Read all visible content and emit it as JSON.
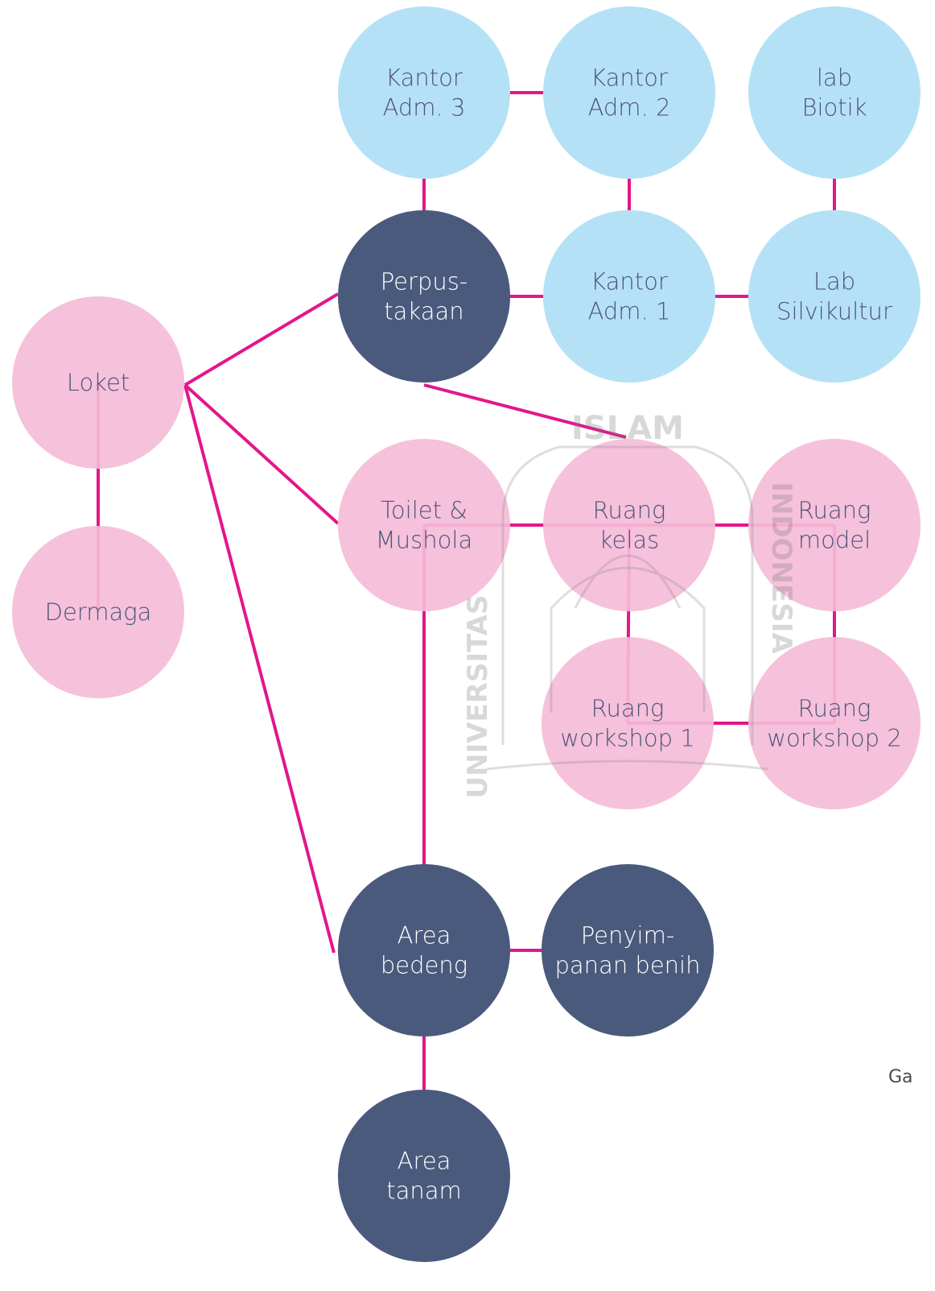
{
  "colors": {
    "edge": "#E3168C",
    "pink_node": "#F5BCD8",
    "blue_node": "#B5E1F7",
    "dark_node": "#4A5A7C",
    "text_light_bg": "#4D5578",
    "text_dark_bg": "#FFFFFF"
  },
  "watermark": {
    "top_text": "ISLAM",
    "left_text": "UNIVERSITAS",
    "right_text": "INDONESIA"
  },
  "caption": "Ga",
  "nodes": [
    {
      "id": "kantor-adm-3",
      "lines": [
        "Kantor",
        "Adm. 3"
      ],
      "style": "blue"
    },
    {
      "id": "kantor-adm-2",
      "lines": [
        "Kantor",
        "Adm. 2"
      ],
      "style": "blue"
    },
    {
      "id": "lab-biotik",
      "lines": [
        "lab",
        "Biotik"
      ],
      "style": "blue"
    },
    {
      "id": "perpustakaan",
      "lines": [
        "Perpus-",
        "takaan"
      ],
      "style": "dark"
    },
    {
      "id": "kantor-adm-1",
      "lines": [
        "Kantor",
        "Adm. 1"
      ],
      "style": "blue"
    },
    {
      "id": "lab-silvikultur",
      "lines": [
        "Lab",
        "Silvikultur"
      ],
      "style": "blue"
    },
    {
      "id": "loket",
      "lines": [
        "Loket"
      ],
      "style": "pink"
    },
    {
      "id": "dermaga",
      "lines": [
        "Dermaga"
      ],
      "style": "pink"
    },
    {
      "id": "toilet-mushola",
      "lines": [
        "Toilet &",
        "Mushola"
      ],
      "style": "pink"
    },
    {
      "id": "ruang-kelas",
      "lines": [
        "Ruang",
        "kelas"
      ],
      "style": "pink"
    },
    {
      "id": "ruang-model",
      "lines": [
        "Ruang",
        "model"
      ],
      "style": "pink"
    },
    {
      "id": "ruang-workshop-1",
      "lines": [
        "Ruang",
        "workshop 1"
      ],
      "style": "pink"
    },
    {
      "id": "ruang-workshop-2",
      "lines": [
        "Ruang",
        "workshop 2"
      ],
      "style": "pink"
    },
    {
      "id": "area-bedeng",
      "lines": [
        "Area",
        "bedeng"
      ],
      "style": "dark"
    },
    {
      "id": "penyimpanan-benih",
      "lines": [
        "Penyim-",
        "panan benih"
      ],
      "style": "dark"
    },
    {
      "id": "area-tanam",
      "lines": [
        "Area",
        "tanam"
      ],
      "style": "dark"
    }
  ],
  "edges": [
    [
      "kantor-adm-3",
      "kantor-adm-2"
    ],
    [
      "kantor-adm-3",
      "perpustakaan"
    ],
    [
      "kantor-adm-2",
      "kantor-adm-1"
    ],
    [
      "lab-biotik",
      "lab-silvikultur"
    ],
    [
      "perpustakaan",
      "kantor-adm-1"
    ],
    [
      "kantor-adm-1",
      "lab-silvikultur"
    ],
    [
      "loket",
      "perpustakaan"
    ],
    [
      "loket",
      "toilet-mushola"
    ],
    [
      "loket",
      "area-bedeng"
    ],
    [
      "loket",
      "dermaga"
    ],
    [
      "perpustakaan",
      "ruang-kelas"
    ],
    [
      "toilet-mushola",
      "ruang-kelas"
    ],
    [
      "ruang-kelas",
      "ruang-model"
    ],
    [
      "ruang-kelas",
      "ruang-workshop-1"
    ],
    [
      "ruang-model",
      "ruang-workshop-2"
    ],
    [
      "ruang-workshop-1",
      "ruang-workshop-2"
    ],
    [
      "toilet-mushola",
      "area-bedeng"
    ],
    [
      "area-bedeng",
      "penyimpanan-benih"
    ],
    [
      "area-bedeng",
      "area-tanam"
    ]
  ]
}
